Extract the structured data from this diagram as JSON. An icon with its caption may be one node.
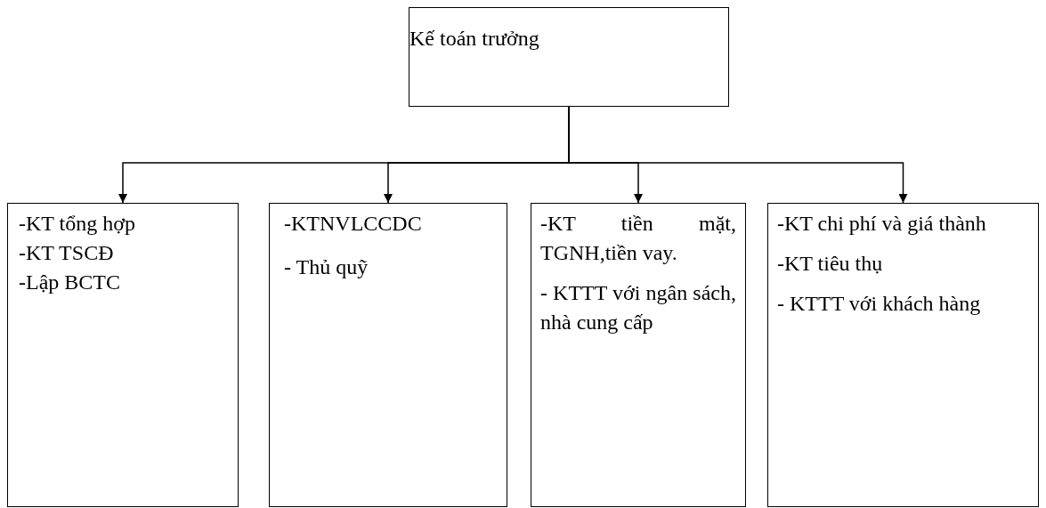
{
  "diagram": {
    "nodes": [
      {
        "text": [
          "Kế toán trưởng"
        ]
      },
      {
        "text": [
          "-KT tổng hợp",
          "-KT TSCĐ",
          "-Lập BCTC"
        ]
      },
      {
        "text": [
          "-KTNVLCCDC",
          "- Thủ quỹ"
        ]
      },
      {
        "text": [
          "-KT tiền mặt, TGNH,tiền vay.",
          "- KTTT với ngân sách, nhà cung cấp"
        ]
      },
      {
        "text": [
          "-KT chi phí và giá thành",
          "-KT tiêu thụ",
          "- KTTT với khách hàng"
        ]
      }
    ],
    "edges": [
      {
        "from": 0,
        "to": 1,
        "arrow": "to"
      },
      {
        "from": 0,
        "to": 2,
        "arrow": "to"
      },
      {
        "from": 0,
        "to": 3,
        "arrow": "to"
      },
      {
        "from": 0,
        "to": 4,
        "arrow": "to"
      }
    ]
  }
}
